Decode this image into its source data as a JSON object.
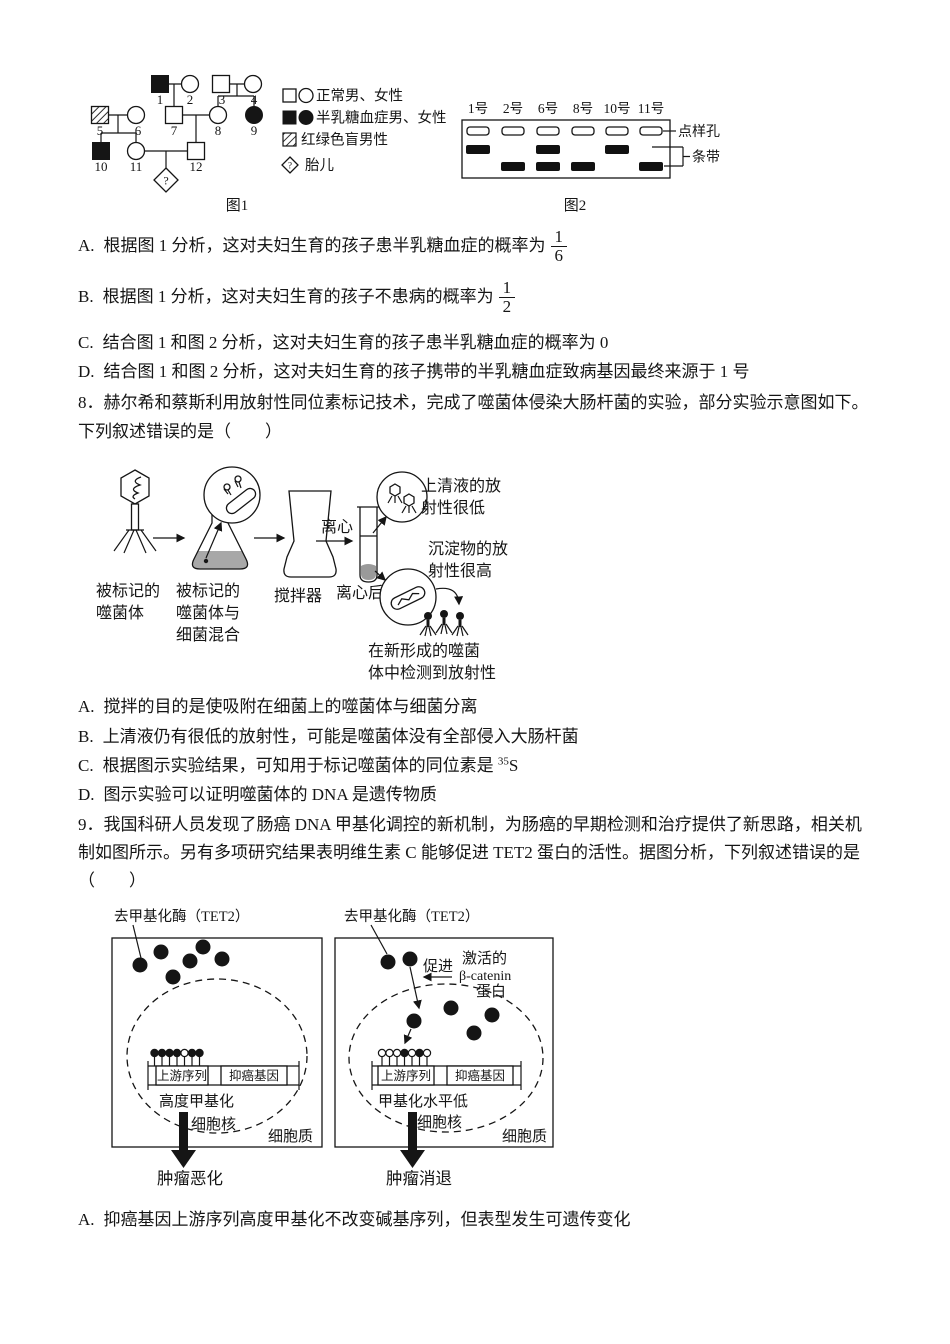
{
  "fig1": {
    "caption": "图1",
    "individuals": [
      {
        "id": "1",
        "status": "galactosemia-male"
      },
      {
        "id": "2",
        "status": "normal-female"
      },
      {
        "id": "3",
        "status": "normal-male"
      },
      {
        "id": "4",
        "status": "normal-female"
      },
      {
        "id": "5",
        "status": "colorblind-male"
      },
      {
        "id": "6",
        "status": "normal-female"
      },
      {
        "id": "7",
        "status": "normal-male"
      },
      {
        "id": "8",
        "status": "normal-female"
      },
      {
        "id": "9",
        "status": "galactosemia-female"
      },
      {
        "id": "10",
        "status": "galactosemia-male"
      },
      {
        "id": "11",
        "status": "normal-female"
      },
      {
        "id": "12",
        "status": "normal-male"
      }
    ],
    "fetus_mark": "?",
    "legend": {
      "normal": "正常男、女性",
      "galactosemia": "半乳糖血症男、女性",
      "colorblind": "红绿色盲男性",
      "fetus": "胎儿"
    }
  },
  "fig2": {
    "caption": "图2",
    "well_label": "点样孔",
    "band_label": "条带",
    "lanes": [
      {
        "label": "1号",
        "bands": [
          "upper"
        ]
      },
      {
        "label": "2号",
        "bands": [
          "lower"
        ]
      },
      {
        "label": "6号",
        "bands": [
          "upper",
          "lower"
        ]
      },
      {
        "label": "8号",
        "bands": [
          "lower"
        ]
      },
      {
        "label": "10号",
        "bands": [
          "upper"
        ]
      },
      {
        "label": "11号",
        "bands": [
          "lower"
        ]
      }
    ]
  },
  "q7_options": [
    {
      "key": "A.",
      "text": "根据图 1 分析，这对夫妇生育的孩子患半乳糖血症的概率为",
      "num": "1",
      "den": "6"
    },
    {
      "key": "B.",
      "text": "根据图 1 分析，这对夫妇生育的孩子不患病的概率为",
      "num": "1",
      "den": "2"
    },
    {
      "key": "C.",
      "text": "结合图 1 和图 2 分析，这对夫妇生育的孩子患半乳糖血症的概率为 0"
    },
    {
      "key": "D.",
      "text": "结合图 1 和图 2 分析，这对夫妇生育的孩子携带的半乳糖血症致病基因最终来源于 1 号"
    }
  ],
  "q8": {
    "stem1": "8．赫尔希和蔡斯利用放射性同位素标记技术，完成了噬菌体侵染大肠杆菌的实验，部分实验示意图如下。",
    "stem2": "下列叙述错误的是（　　）",
    "labels": {
      "phage1": "被标记的",
      "phage2": "噬菌体",
      "mix1": "被标记的",
      "mix2": "噬菌体与",
      "mix3": "细菌混合",
      "blender": "搅拌器",
      "centrifuge": "离心",
      "after": "离心后",
      "sup1": "上清液的放",
      "sup2": "射性很低",
      "sed1": "沉淀物的放",
      "sed2": "射性很高",
      "new1": "在新形成的噬菌",
      "new2": "体中检测到放射性"
    },
    "options": [
      {
        "key": "A.",
        "text": "搅拌的目的是使吸附在细菌上的噬菌体与细菌分离"
      },
      {
        "key": "B.",
        "text": "上清液仍有很低的放射性，可能是噬菌体没有全部侵入大肠杆菌"
      },
      {
        "key": "C.",
        "text": "根据图示实验结果，可知用于标记噬菌体的同位素是 ",
        "sup": "35",
        "post": "S"
      },
      {
        "key": "D.",
        "text": "图示实验可以证明噬菌体的 DNA 是遗传物质"
      }
    ]
  },
  "q9": {
    "stem1": "9．我国科研人员发现了肠癌 DNA 甲基化调控的新机制，为肠癌的早期检测和治疗提供了新思路，相关机",
    "stem2": "制如图所示。另有多项研究结果表明维生素 C 能够促进 TET2 蛋白的活性。据图分析，下列叙述错误的是",
    "stem3": "（　　）",
    "labels": {
      "tet2": "去甲基化酶（TET2）",
      "promote": "促进",
      "bcat1": "激活的",
      "bcat2": "β-catenin",
      "bcat3": "蛋白",
      "upstream": "上游序列",
      "suppressor": "抑癌基因",
      "high_methyl": "高度甲基化",
      "low_methyl": "甲基化水平低",
      "nucleus": "细胞核",
      "cytoplasm": "细胞质",
      "worse": "肿瘤恶化",
      "regress": "肿瘤消退"
    },
    "optionA": {
      "key": "A.",
      "text": "抑癌基因上游序列高度甲基化不改变碱基序列，但表型发生可遗传变化"
    }
  }
}
